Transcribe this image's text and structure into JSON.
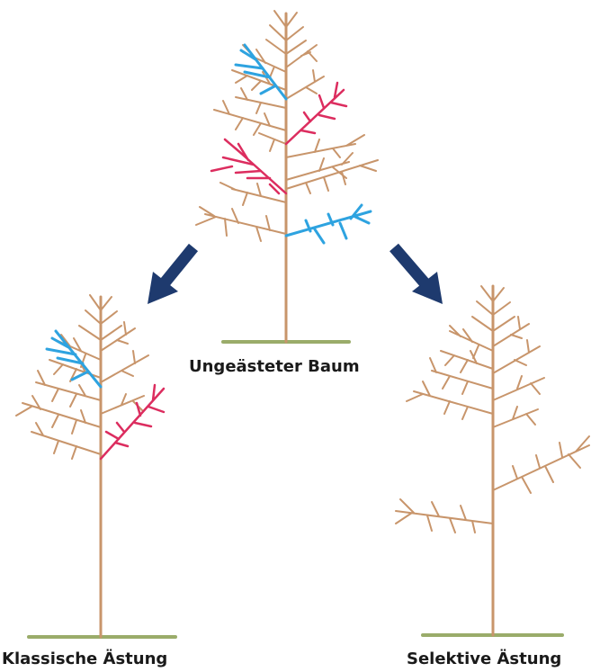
{
  "colors": {
    "trunk": "#c8956b",
    "branch": "#c8956b",
    "remove_thin": "#2ea3e0",
    "remove_dead": "#dc2d5f",
    "ground": "#9aac6a",
    "arrow": "#1e3a6e"
  },
  "captions": {
    "unpruned": "Ungeästeter Baum",
    "classic": "Klassische Ästung",
    "selective": "Selektive Ästung"
  },
  "icons": {
    "arrow_left": "arrow-down-left-icon",
    "arrow_right": "arrow-down-right-icon"
  }
}
